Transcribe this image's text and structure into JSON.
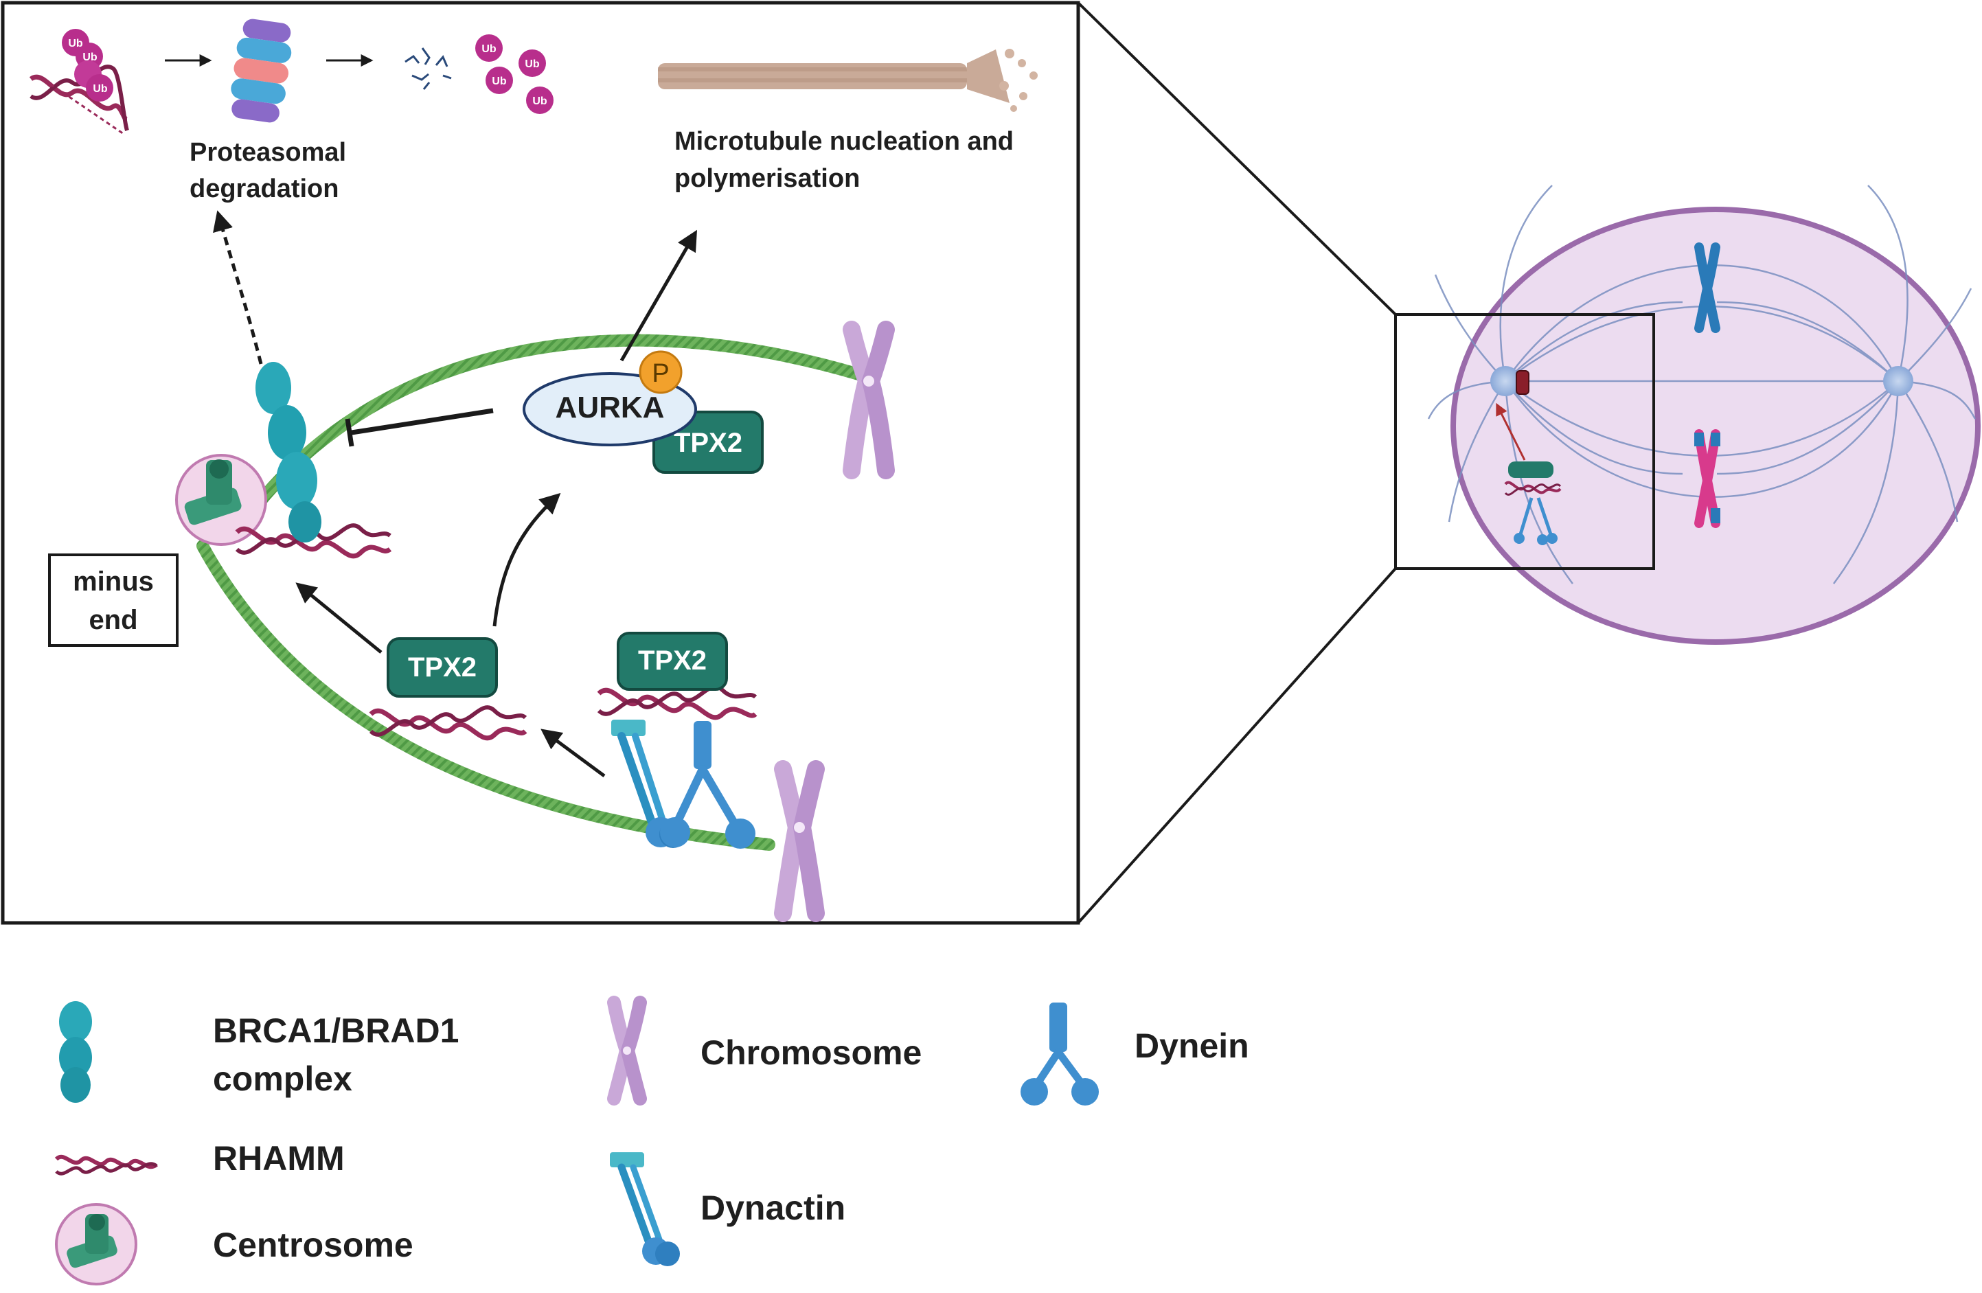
{
  "labels": {
    "proteasomal_line1": "Proteasomal",
    "proteasomal_line2": "degradation",
    "microtubule_line1": "Microtubule nucleation and",
    "microtubule_line2": "polymerisation",
    "aurka": "AURKA",
    "phospho": "P",
    "tpx2_top": "TPX2",
    "tpx2_left": "TPX2",
    "tpx2_right": "TPX2",
    "minus_line1": "minus",
    "minus_line2": "end",
    "ub": "Ub"
  },
  "legend": {
    "brca1_line1": "BRCA1/BRAD1",
    "brca1_line2": "complex",
    "rhamm": "RHAMM",
    "centrosome": "Centrosome",
    "chromosome": "Chromosome",
    "dynactin": "Dynactin",
    "dynein": "Dynein"
  },
  "colors": {
    "brca1": "#2aa8b8",
    "rhamm": "#9a2a5a",
    "tpx2": "#237a6a",
    "microtubule": "#5fae52",
    "chromosome": "#c9a8d8",
    "dynein": "#3f8fcf",
    "ubiquitin": "#b82e8c",
    "cell": "#ecdcf0",
    "cell_border": "#9a6aaa",
    "aurka_fill": "#e2eef9",
    "phospho": "#f2a12c"
  }
}
